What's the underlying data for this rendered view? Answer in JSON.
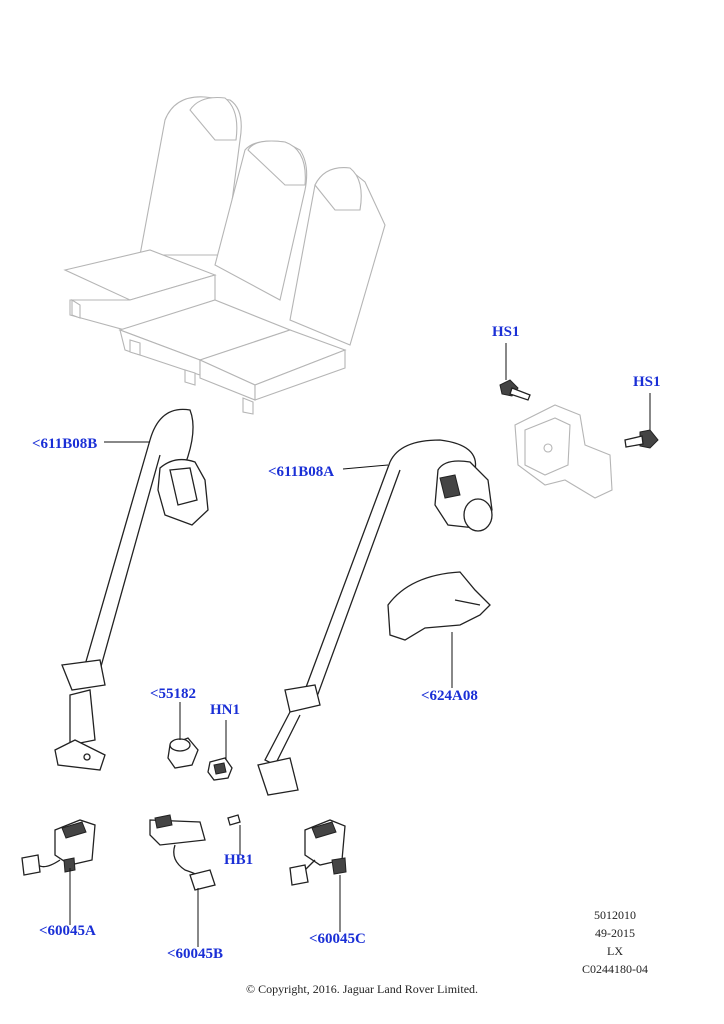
{
  "callouts": {
    "hs1_top": "HS1",
    "hs1_right": "HS1",
    "belt_left": "<611B08B",
    "belt_right": "<611B08A",
    "cover": "<624A08",
    "part_55182": "<55182",
    "hn1": "HN1",
    "hb1": "HB1",
    "buckle_a": "<60045A",
    "buckle_b": "<60045B",
    "buckle_c": "<60045C"
  },
  "info": {
    "line1": "5012010",
    "line2": "49-2015",
    "line3": "LX",
    "line4": "C0244180-04"
  },
  "copyright": "© Copyright, 2016. Jaguar Land Rover Limited.",
  "colors": {
    "callout": "#1a2fd6",
    "line_art": "#222222",
    "ghost_art": "#b5b5b5"
  }
}
